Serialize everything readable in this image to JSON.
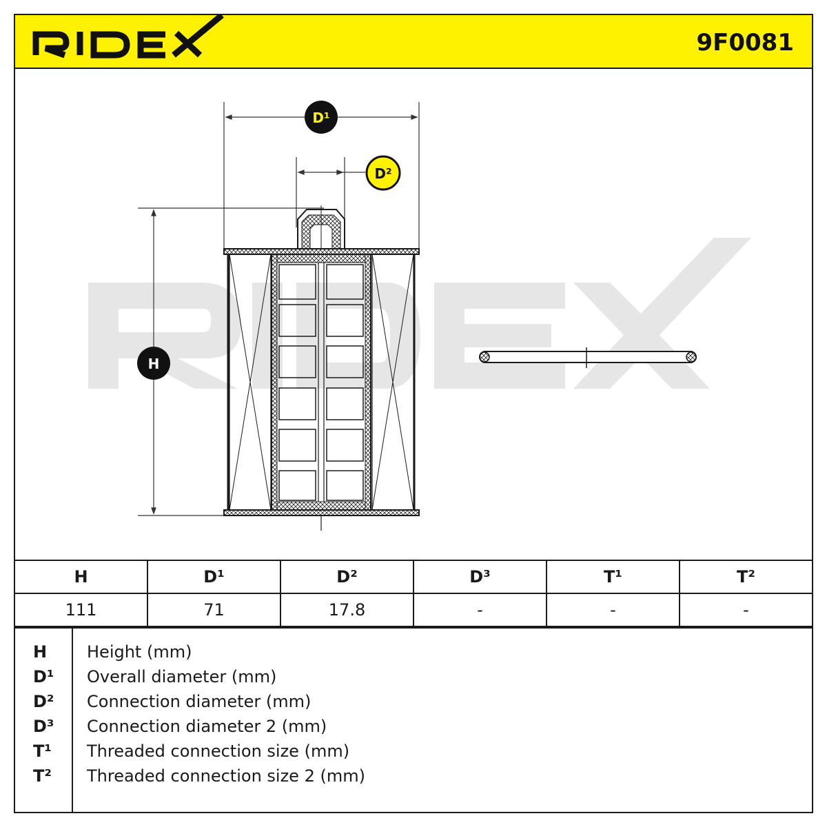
{
  "header": {
    "brand": "RIDEX",
    "part_number": "9F0081",
    "accent_color": "#fff200"
  },
  "drawing": {
    "watermark": "RIDEX",
    "dimension_markers": {
      "d1": "D¹",
      "d2": "D²",
      "h": "H"
    }
  },
  "spec_table": {
    "headers": [
      "H",
      "D¹",
      "D²",
      "D³",
      "T¹",
      "T²"
    ],
    "values": [
      "111",
      "71",
      "17.8",
      "-",
      "-",
      "-"
    ]
  },
  "legend": [
    {
      "code": "H",
      "description": "Height (mm)"
    },
    {
      "code": "D¹",
      "description": "Overall diameter (mm)"
    },
    {
      "code": "D²",
      "description": "Connection diameter (mm)"
    },
    {
      "code": "D³",
      "description": "Connection diameter 2 (mm)"
    },
    {
      "code": "T¹",
      "description": "Threaded connection size (mm)"
    },
    {
      "code": "T²",
      "description": "Threaded connection size 2 (mm)"
    }
  ]
}
